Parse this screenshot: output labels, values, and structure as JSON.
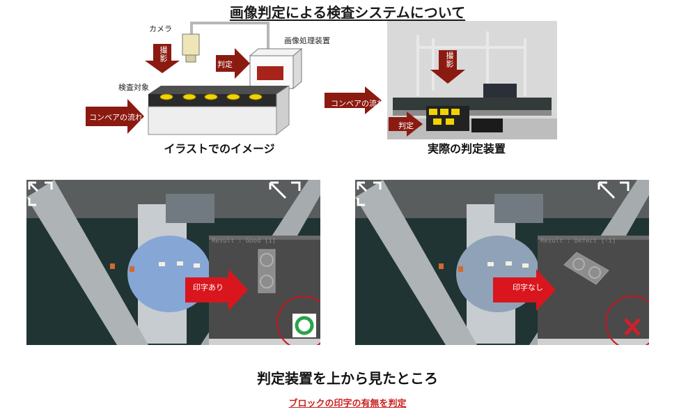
{
  "title": "画像判定による検査システムについて",
  "illustration": {
    "caption": "イラストでのイメージ",
    "camera_label": "カメラ",
    "processor_label": "画像処理装置",
    "capture_label": "撮影",
    "judge_label": "判定",
    "target_label": "検査対象",
    "conveyor_label": "コンベアの流れ"
  },
  "photo": {
    "caption": "実際の判定装置",
    "capture_label": "撮影",
    "conveyor_label": "コンベアの流れ",
    "judge_label": "判定"
  },
  "top_views": [
    {
      "label": "印字あり",
      "result_text": "Result : Good [1]"
    },
    {
      "label": "印字なし",
      "result_text": "Result : Defect [-1]"
    }
  ],
  "subcaption": "判定装置を上から見たところ",
  "link_text": "ブロックの印字の有無を判定",
  "colors": {
    "arrow": "#8b1a10",
    "good": "#2aa34a",
    "bad": "#d21e2a",
    "circle": "#c8161d"
  }
}
